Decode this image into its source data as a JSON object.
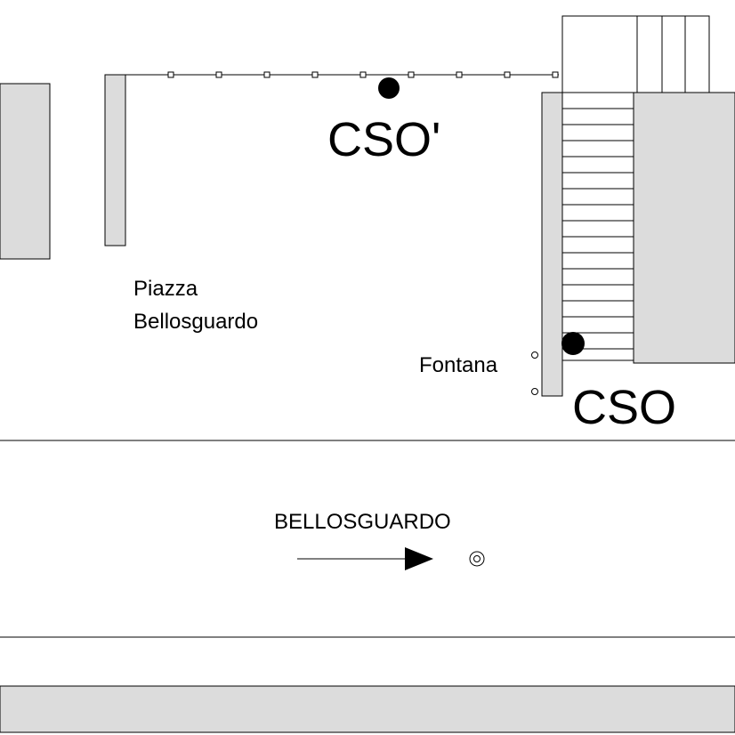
{
  "labels": {
    "piazza_line1": "Piazza",
    "piazza_line2": "Bellosguardo",
    "fontana": "Fontana",
    "cso_prime": "CSO'",
    "cso": "CSO",
    "street": "BELLOSGUARDO"
  },
  "colors": {
    "building_fill": "#dcdcdc",
    "outline": "#000000",
    "background": "#ffffff",
    "marker": "#000000"
  },
  "icons": {
    "cso_marker": "filled-circle",
    "fountain_post": "small-circle",
    "fence_post": "small-square",
    "direction": "arrow-right",
    "target": "double-circle"
  }
}
